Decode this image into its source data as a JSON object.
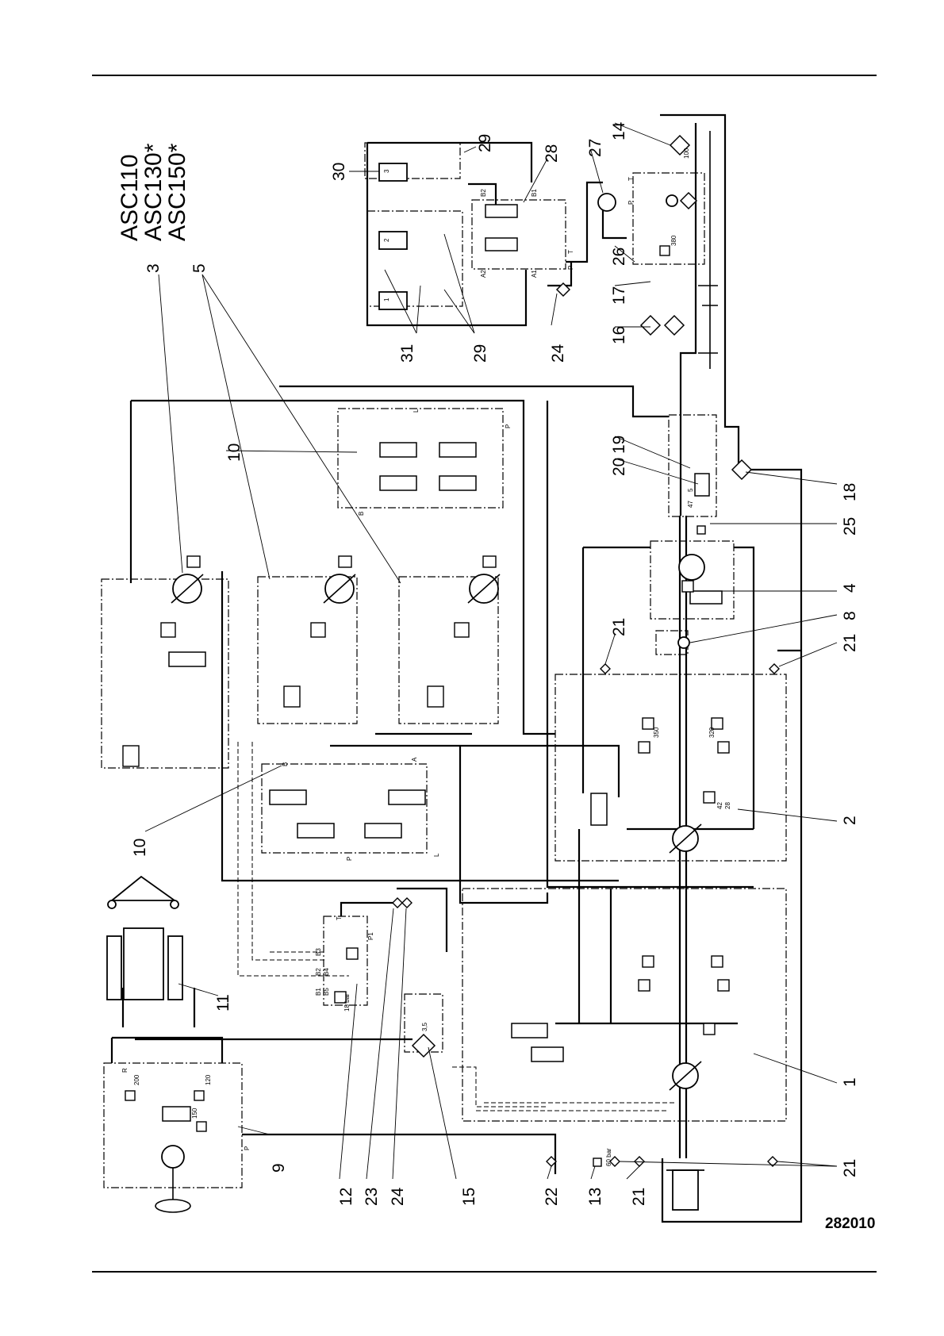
{
  "models": [
    "ASC110",
    "ASC130*",
    "ASC150*"
  ],
  "document_number": "282010",
  "components": [
    {
      "id": "c1",
      "label": "1"
    },
    {
      "id": "c2",
      "label": "2"
    },
    {
      "id": "c3",
      "label": "3"
    },
    {
      "id": "c4",
      "label": "4"
    },
    {
      "id": "c5",
      "label": "5"
    },
    {
      "id": "c8",
      "label": "8"
    },
    {
      "id": "c9",
      "label": "9"
    },
    {
      "id": "c10a",
      "label": "10"
    },
    {
      "id": "c10b",
      "label": "10"
    },
    {
      "id": "c11",
      "label": "11"
    },
    {
      "id": "c12",
      "label": "12"
    },
    {
      "id": "c13",
      "label": "13"
    },
    {
      "id": "c14",
      "label": "14"
    },
    {
      "id": "c15",
      "label": "15"
    },
    {
      "id": "c16",
      "label": "16"
    },
    {
      "id": "c17",
      "label": "17"
    },
    {
      "id": "c18",
      "label": "18"
    },
    {
      "id": "c19",
      "label": "19"
    },
    {
      "id": "c20",
      "label": "20"
    },
    {
      "id": "c21a",
      "label": "21"
    },
    {
      "id": "c21b",
      "label": "21"
    },
    {
      "id": "c21c",
      "label": "21"
    },
    {
      "id": "c21d",
      "label": "21"
    },
    {
      "id": "c22",
      "label": "22"
    },
    {
      "id": "c23",
      "label": "23"
    },
    {
      "id": "c24a",
      "label": "24"
    },
    {
      "id": "c24b",
      "label": "24"
    },
    {
      "id": "c25",
      "label": "25"
    },
    {
      "id": "c26",
      "label": "26"
    },
    {
      "id": "c27",
      "label": "27"
    },
    {
      "id": "c28",
      "label": "28"
    },
    {
      "id": "c29a",
      "label": "29"
    },
    {
      "id": "c29b",
      "label": "29"
    },
    {
      "id": "c30",
      "label": "30"
    },
    {
      "id": "c31",
      "label": "31"
    }
  ],
  "port_labels": {
    "a": "A",
    "b": "B",
    "p": "P",
    "t": "T",
    "l": "L",
    "r": "R",
    "p1": "P1",
    "a1": "A1",
    "a2": "A2",
    "b1": "B1",
    "b2": "B2",
    "b3": "B3",
    "b4": "B4",
    "b5": "B5",
    "n1": "1",
    "n2": "2",
    "n3": "3"
  },
  "settings": {
    "bar60": "60 bar",
    "bar18": "18 bar",
    "bar3": "3,5",
    "bar28": "28",
    "bar42": "42",
    "bar350": "350",
    "bar320": "320",
    "bar200": "200",
    "bar120": "120",
    "bar150": "150",
    "bar100": "100",
    "bar380": "380",
    "bar5": "5",
    "bar47": "47"
  }
}
